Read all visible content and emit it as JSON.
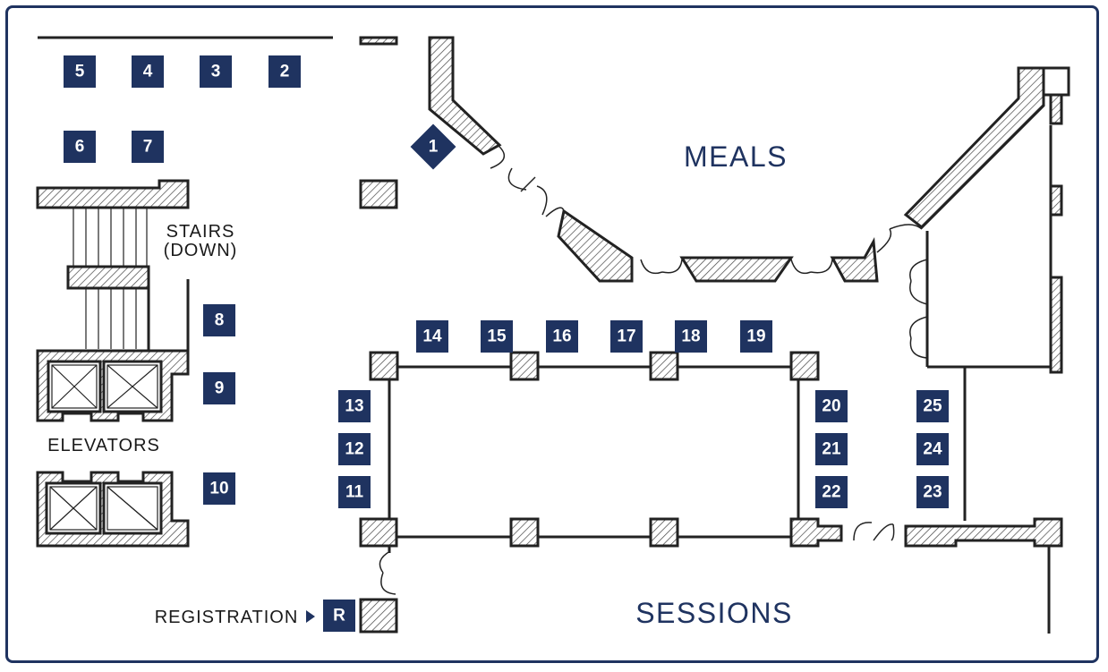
{
  "rooms": {
    "meals": "MEALS",
    "sessions": "SESSIONS"
  },
  "areas": {
    "stairs_line1": "STAIRS",
    "stairs_line2": "(DOWN)",
    "elevators": "ELEVATORS",
    "registration": "REGISTRATION"
  },
  "booths": {
    "b1": "1",
    "b2": "2",
    "b3": "3",
    "b4": "4",
    "b5": "5",
    "b6": "6",
    "b7": "7",
    "b8": "8",
    "b9": "9",
    "b10": "10",
    "b11": "11",
    "b12": "12",
    "b13": "13",
    "b14": "14",
    "b15": "15",
    "b16": "16",
    "b17": "17",
    "b18": "18",
    "b19": "19",
    "b20": "20",
    "b21": "21",
    "b22": "22",
    "b23": "23",
    "b24": "24",
    "b25": "25",
    "reg": "R"
  },
  "colors": {
    "booth": "#1f3360",
    "frame": "#1f3360",
    "walls": "#222222"
  },
  "icons": {
    "registration_pointer": "arrow-right-icon"
  }
}
